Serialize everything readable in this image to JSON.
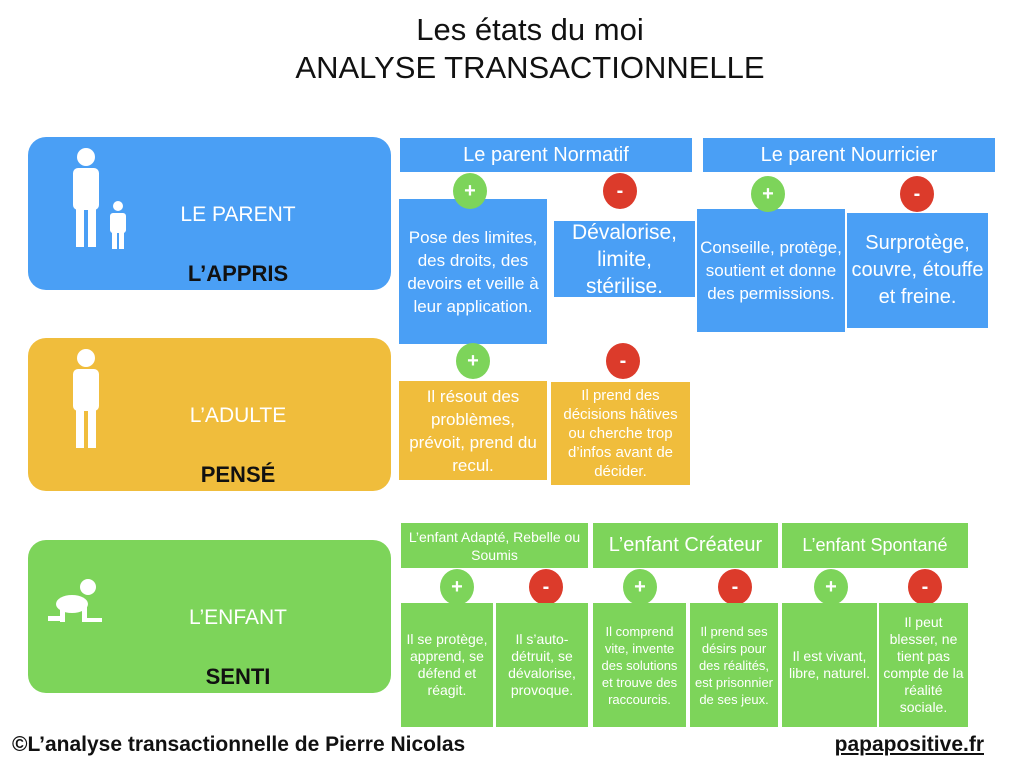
{
  "title": {
    "line1": "Les états du moi",
    "line2": "ANALYSE TRANSACTIONNELLE"
  },
  "parent": {
    "label": "LE PARENT",
    "sub": "L’APPRIS",
    "normatif": {
      "header": "Le parent Normatif",
      "plus": "+",
      "minus": "-",
      "plus_text": "Pose des limites, des droits, des devoirs et veille à leur application.",
      "minus_text": "Dévalorise, limite, stérilise."
    },
    "nourricier": {
      "header": "Le parent Nourricier",
      "plus": "+",
      "minus": "-",
      "plus_text": "Conseille, protège, soutient et donne des permissions.",
      "minus_text": "Surprotège, couvre, étouffe et freine."
    }
  },
  "adulte": {
    "label": "L’ADULTE",
    "sub": "PENSÉ",
    "plus": "+",
    "minus": "-",
    "plus_text": "Il résout des problèmes, prévoit, prend du recul.",
    "minus_text": "Il prend des décisions hâtives ou cherche trop d’infos avant de décider."
  },
  "enfant": {
    "label": "L’ENFANT",
    "sub": "SENTI",
    "adapte": {
      "header": "L’enfant Adapté, Rebelle ou Soumis",
      "plus": "+",
      "minus": "-",
      "plus_text": "Il se protège, apprend, se défend et réagit.",
      "minus_text": "Il s’auto-détruit, se dévalorise, provoque."
    },
    "createur": {
      "header": "L’enfant Créateur",
      "plus": "+",
      "minus": "-",
      "plus_text": "Il comprend vite, invente des solutions et trouve des raccourcis.",
      "minus_text": "Il prend ses désirs pour des réalités, est prisonnier de ses jeux."
    },
    "spontane": {
      "header": "L’enfant Spontané",
      "plus": "+",
      "minus": "-",
      "plus_text": "Il est vivant, libre, naturel.",
      "minus_text": "Il peut blesser, ne tient pas compte de la réalité sociale."
    }
  },
  "footer": {
    "copyright": "©L’analyse transactionnelle de Pierre Nicolas",
    "site": "papapositive.fr"
  },
  "colors": {
    "blue": "#4a9ff5",
    "yellow": "#f0bd3c",
    "green": "#7dd45a",
    "red": "#dc3b2b"
  }
}
